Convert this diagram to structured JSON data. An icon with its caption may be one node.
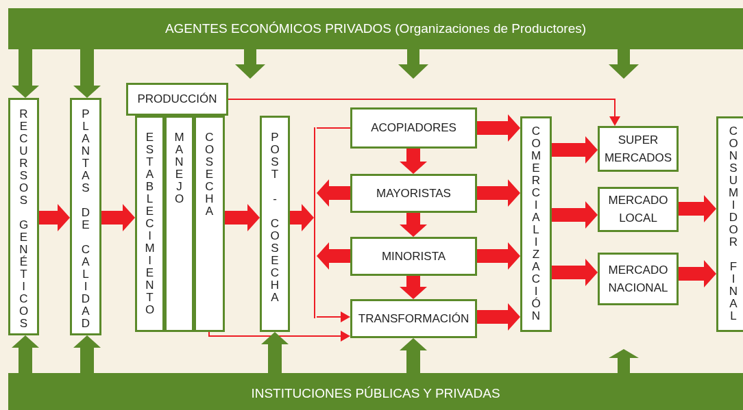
{
  "diagram": {
    "nodes": [
      {
        "text": [
          "AGENTES ECONÓMICOS PRIVADOS (Organizaciones de Productores)"
        ]
      },
      {
        "text": [
          "RECURSOS GENÉTICOS"
        ]
      },
      {
        "text": [
          "PLANTAS DE CALIDAD"
        ]
      },
      {
        "text": [
          "PRODUCCIÓN"
        ]
      },
      {
        "text": [
          "ESTABLECIMIENTO"
        ]
      },
      {
        "text": [
          "MANEJO"
        ]
      },
      {
        "text": [
          "COSECHA"
        ]
      },
      {
        "text": [
          "POST - COSECHA"
        ]
      },
      {
        "text": [
          "ACOPIADORES"
        ]
      },
      {
        "text": [
          "MAYORISTAS"
        ]
      },
      {
        "text": [
          "MINORISTA"
        ]
      },
      {
        "text": [
          "TRANSFORMACIÓN"
        ]
      },
      {
        "text": [
          "COMERCIALIZACIÓN"
        ]
      },
      {
        "text": [
          "SUPER MERCADOS"
        ]
      },
      {
        "text": [
          "MERCADO LOCAL"
        ]
      },
      {
        "text": [
          "MERCADO NACIONAL"
        ]
      },
      {
        "text": [
          "CONSUMIDOR FINAL"
        ]
      },
      {
        "text": [
          "INSTITUCIONES PÚBLICAS Y PRIVADAS"
        ]
      },
      {
        "text": [],
        "shape": "bar"
      }
    ],
    "edges": [
      {
        "from": 1,
        "to": 2,
        "arrow": "to"
      },
      {
        "from": 2,
        "to": 4,
        "arrow": "to"
      },
      {
        "from": 6,
        "to": 7,
        "arrow": "to"
      },
      {
        "from": 7,
        "to": 18,
        "arrow": "to"
      },
      {
        "from": 3,
        "to": 13,
        "arrow": "to"
      },
      {
        "from": 8,
        "to": 18,
        "arrow": "none"
      },
      {
        "from": 6,
        "to": 11,
        "arrow": "to"
      },
      {
        "from": 8,
        "to": 9,
        "arrow": "to"
      },
      {
        "from": 9,
        "to": 10,
        "arrow": "to"
      },
      {
        "from": 10,
        "to": 11,
        "arrow": "to"
      },
      {
        "from": 9,
        "to": 18,
        "arrow": "to"
      },
      {
        "from": 10,
        "to": 18,
        "arrow": "to"
      },
      {
        "from": 8,
        "to": 12,
        "arrow": "to"
      },
      {
        "from": 9,
        "to": 12,
        "arrow": "to"
      },
      {
        "from": 10,
        "to": 12,
        "arrow": "to"
      },
      {
        "from": 11,
        "to": 12,
        "arrow": "to"
      },
      {
        "from": 12,
        "to": 13,
        "arrow": "to"
      },
      {
        "from": 12,
        "to": 14,
        "arrow": "to"
      },
      {
        "from": 12,
        "to": 15,
        "arrow": "to"
      },
      {
        "from": 14,
        "to": 16,
        "arrow": "to"
      },
      {
        "from": 15,
        "to": 16,
        "arrow": "to"
      },
      {
        "from": 18,
        "to": 11,
        "arrow": "to"
      },
      {
        "from": 0,
        "to": 1,
        "arrow": "to",
        "color": "#5b8a2a"
      },
      {
        "from": 0,
        "to": 2,
        "arrow": "to",
        "color": "#5b8a2a"
      },
      {
        "from": 17,
        "to": 1,
        "arrow": "to",
        "color": "#5b8a2a"
      },
      {
        "from": 17,
        "to": 2,
        "arrow": "to",
        "color": "#5b8a2a"
      },
      {
        "from": 17,
        "to": 7,
        "arrow": "to",
        "color": "#5b8a2a"
      },
      {
        "from": 17,
        "to": 11,
        "arrow": "to",
        "color": "#5b8a2a"
      }
    ]
  }
}
